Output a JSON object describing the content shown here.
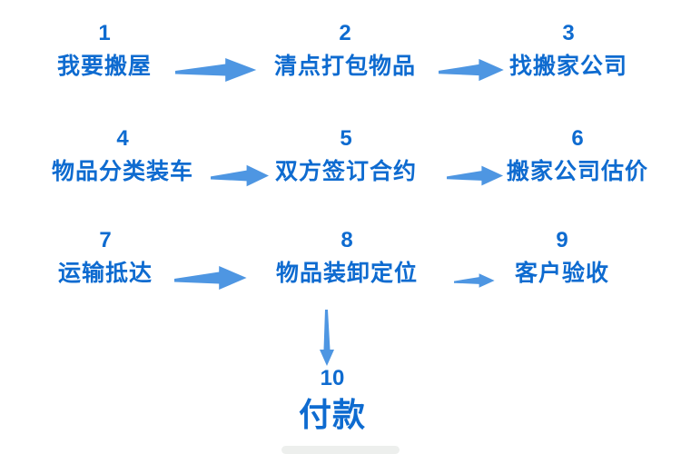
{
  "flow": {
    "colors": {
      "text": "#0e6bd0",
      "arrow": "#4e96e2"
    },
    "steps": [
      {
        "num": "1",
        "label": "我要搬屋"
      },
      {
        "num": "2",
        "label": "清点打包物品"
      },
      {
        "num": "3",
        "label": "找搬家公司"
      },
      {
        "num": "4",
        "label": "物品分类装车"
      },
      {
        "num": "5",
        "label": "双方签订合约"
      },
      {
        "num": "6",
        "label": "搬家公司估价"
      },
      {
        "num": "7",
        "label": "运输抵达"
      },
      {
        "num": "8",
        "label": "物品装卸定位"
      },
      {
        "num": "9",
        "label": "客户验收"
      },
      {
        "num": "10",
        "label": "付款"
      }
    ]
  }
}
